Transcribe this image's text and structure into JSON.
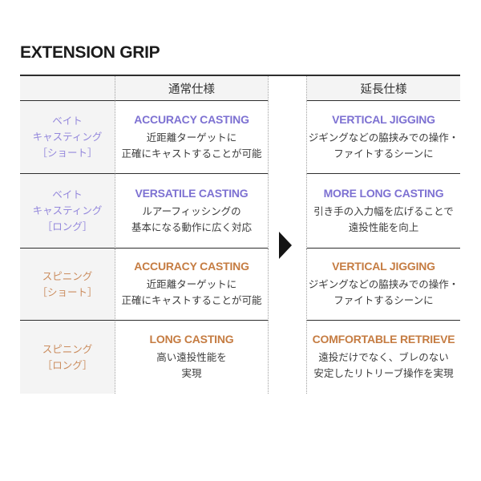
{
  "page_title": "EXTENSION GRIP",
  "colors": {
    "purple": "#7d71d2",
    "purple_label": "#9488dc",
    "orange": "#c57c42",
    "orange_label": "#cb8d5f",
    "header_text": "#333333",
    "body_text": "#3b3b3b",
    "cell_bg": "#f4f4f4",
    "line": "#2e2e2e",
    "dotted": "#9e9e9e",
    "arrow": "#141414"
  },
  "icons": {
    "transition_arrow": "right-arrow"
  },
  "table": {
    "column_headers": [
      {
        "label": "通常仕様"
      },
      {
        "label": "延長仕様"
      }
    ],
    "rows": [
      {
        "theme": "purple",
        "label_lines": [
          "ベイト",
          "キャスティング",
          "［ショート］"
        ],
        "normal": {
          "heading": "ACCURACY CASTING",
          "lines": [
            "近距離ターゲットに",
            "正確にキャストすることが可能"
          ]
        },
        "extended": {
          "heading": "VERTICAL JIGGING",
          "lines": [
            "ジギングなどの脇挟みでの操作・",
            "ファイトするシーンに"
          ]
        }
      },
      {
        "theme": "purple",
        "label_lines": [
          "ベイト",
          "キャスティング",
          "［ロング］"
        ],
        "normal": {
          "heading": "VERSATILE CASTING",
          "lines": [
            "ルアーフィッシングの",
            "基本になる動作に広く対応"
          ]
        },
        "extended": {
          "heading": "MORE LONG CASTING",
          "lines": [
            "引き手の入力幅を広げることで",
            "遠投性能を向上"
          ]
        }
      },
      {
        "theme": "orange",
        "label_lines": [
          "スピニング",
          "［ショート］"
        ],
        "normal": {
          "heading": "ACCURACY CASTING",
          "lines": [
            "近距離ターゲットに",
            "正確にキャストすることが可能"
          ]
        },
        "extended": {
          "heading": "VERTICAL JIGGING",
          "lines": [
            "ジギングなどの脇挟みでの操作・",
            "ファイトするシーンに"
          ]
        }
      },
      {
        "theme": "orange",
        "label_lines": [
          "スピニング",
          "［ロング］"
        ],
        "normal": {
          "heading": "LONG CASTING",
          "lines": [
            "高い遠投性能を",
            "実現"
          ]
        },
        "extended": {
          "heading": "COMFORTABLE RETRIEVE",
          "lines": [
            "遠投だけでなく、ブレのない",
            "安定したリトリーブ操作を実現"
          ]
        }
      }
    ]
  }
}
